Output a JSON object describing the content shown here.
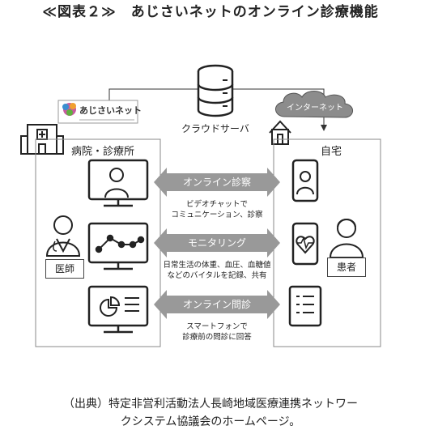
{
  "title": "≪図表２≫　あじさいネットのオンライン診療機能",
  "logo_text": "あじさいネット",
  "server_label": "クラウドサーバ",
  "internet_label": "インターネット",
  "hospital_label": "病院・診療所",
  "home_label": "自宅",
  "doctor_label": "医師",
  "patient_label": "患者",
  "functions": [
    {
      "name": "オンライン診察",
      "desc1": "ビデオチャットで",
      "desc2": "コミュニケーション、診察"
    },
    {
      "name": "モニタリング",
      "desc1": "日常生活の体重、血圧、血糖値",
      "desc2": "などのバイタルを記録、共有"
    },
    {
      "name": "オンライン問診",
      "desc1": "スマートフォンで",
      "desc2": "診療前の問診に回答"
    }
  ],
  "caption_line1": "（出典）特定非営利活動法人長崎地域医療連携ネットワー",
  "caption_line2": "クシステム協議会のホームページ。"
}
